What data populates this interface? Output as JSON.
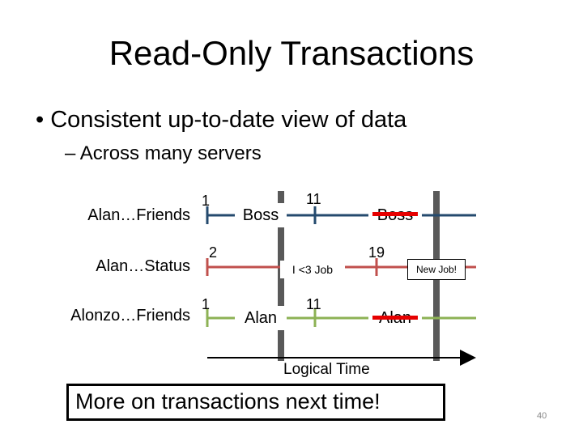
{
  "slide": {
    "title": "Read-Only Transactions",
    "bullet": "• Consistent up-to-date view of data",
    "sub_bullet": "– Across many servers",
    "footer": "More on transactions next time!",
    "page_number": "40",
    "axis_label": "Logical Time"
  },
  "rows": [
    {
      "label": "Alan…Friends",
      "color": "#244a6e"
    },
    {
      "label": "Alan…Status",
      "color": "#c0504d"
    },
    {
      "label": "Alonzo…Friends",
      "color": "#8db255"
    }
  ],
  "ticks": {
    "friends_1": "1",
    "friends_11": "11",
    "status_2": "2",
    "status_19": "19",
    "alonzo_1": "1",
    "alonzo_11": "11"
  },
  "values": {
    "friends_boss": "Boss",
    "friends_boss_struck": "Boss",
    "status_job": "I <3 Job",
    "status_new_job": "New Job!",
    "alonzo_alan": "Alan",
    "alonzo_alan_struck": "Alan"
  },
  "colors": {
    "snapshot_bar": "#595959",
    "strike": "#e60000",
    "box_bg": "#ffffff"
  }
}
